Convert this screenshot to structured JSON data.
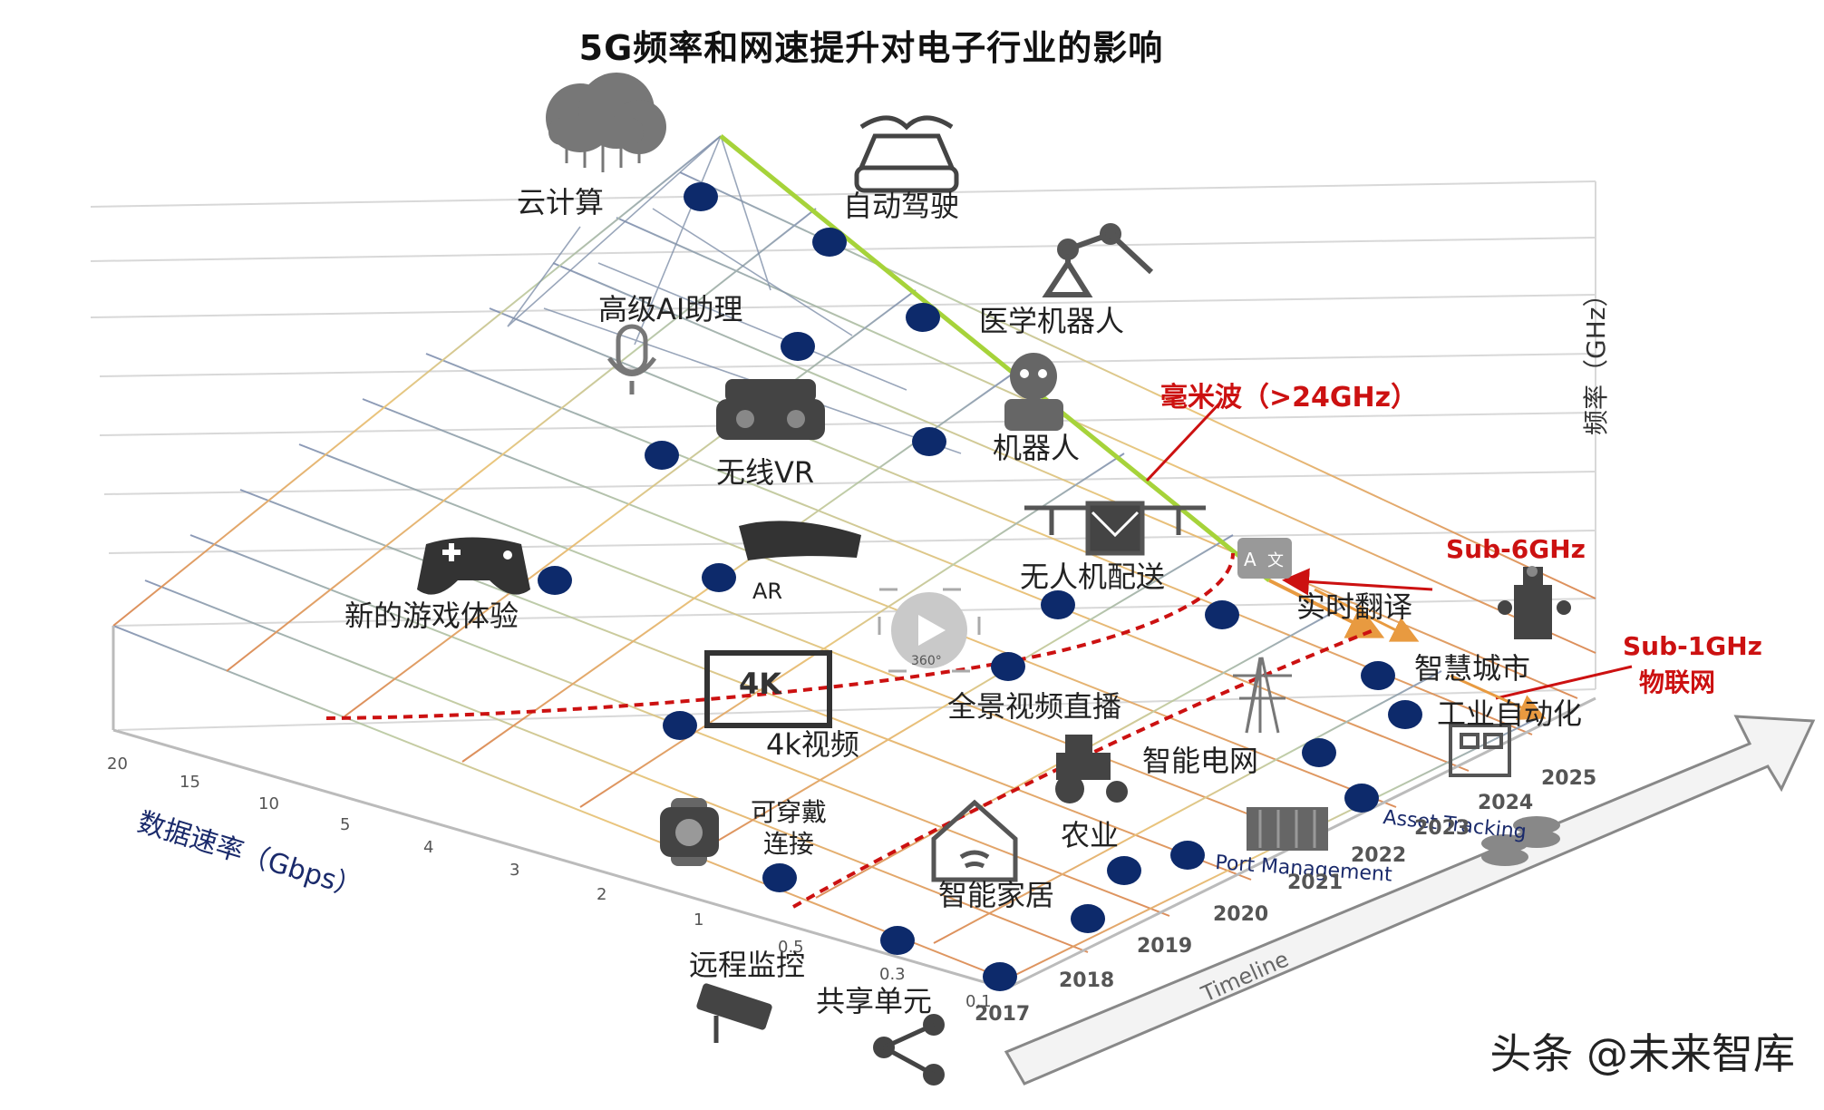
{
  "title": "5G频率和网速提升对电子行业的影响",
  "y_axis_label": "频率（GHz）",
  "x_axis_label": "数据速率（Gbps）",
  "x_ticks": [
    "20",
    "15",
    "10",
    "5",
    "4",
    "3",
    "2",
    "1",
    "0.5",
    "0.3",
    "0.1"
  ],
  "time_axis_label": "Timeline",
  "years": [
    "2017",
    "2018",
    "2019",
    "2020",
    "2021",
    "2022",
    "2023",
    "2024",
    "2025"
  ],
  "bands": {
    "mmwave": "毫米波（>24GHz）",
    "sub6": "Sub-6GHz",
    "sub1_line1": "Sub-1GHz",
    "sub1_line2": "物联网"
  },
  "applications": {
    "cloud": "云计算",
    "autonomous": "自动驾驶",
    "ai_assistant": "高级AI助理",
    "medical_robot": "医学机器人",
    "wireless_vr": "无线VR",
    "robot": "机器人",
    "game": "新的游戏体验",
    "ar": "AR",
    "drone": "无人机配送",
    "translation": "实时翻译",
    "smart_city": "智慧城市",
    "industrial": "工业自动化",
    "video_4k": "4k视频",
    "panorama": "全景视频直播",
    "smart_grid": "智能电网",
    "wearable_1": "可穿戴",
    "wearable_2": "连接",
    "agriculture": "农业",
    "asset_tracking": "Asset Tracking",
    "port": "Port Management",
    "smart_home": "智能家居",
    "remote_monitor": "远程监控",
    "sharing": "共享单元",
    "tv_4k_text": "4K",
    "video_360": "360°"
  },
  "watermark": "头条 @未来智库",
  "colors": {
    "dot": "#0d2a6b",
    "band_red": "#cc1111",
    "frontier": "#9acd32",
    "grid_warm": "#e0a070",
    "grid_cool": "#8898b0",
    "arrow": "#f2f2f2"
  }
}
